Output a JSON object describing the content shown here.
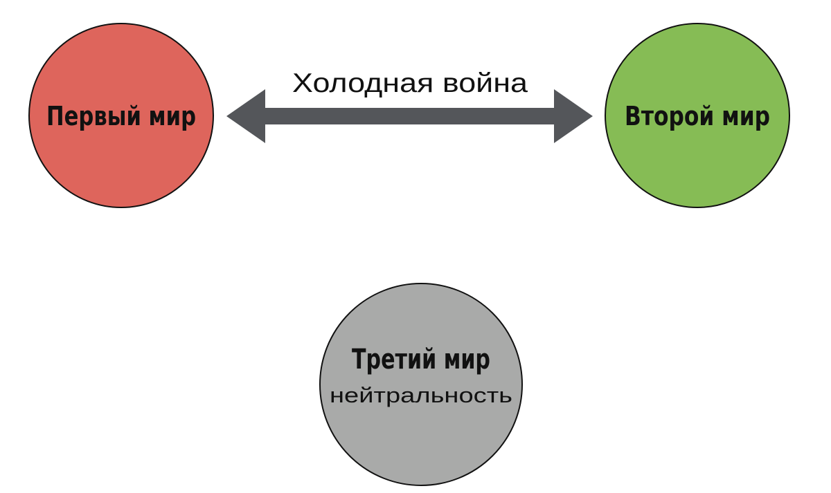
{
  "diagram": {
    "first_world": {
      "title": "Первый мир",
      "color": "#de655c"
    },
    "second_world": {
      "title": "Второй мир",
      "color": "#86bc55"
    },
    "third_world": {
      "title": "Третий мир",
      "subtitle": "нейтральность",
      "color": "#a9aaa9"
    },
    "relation": {
      "label": "Холодная война",
      "arrow_color": "#54565a",
      "arrow_type": "double-headed"
    }
  }
}
